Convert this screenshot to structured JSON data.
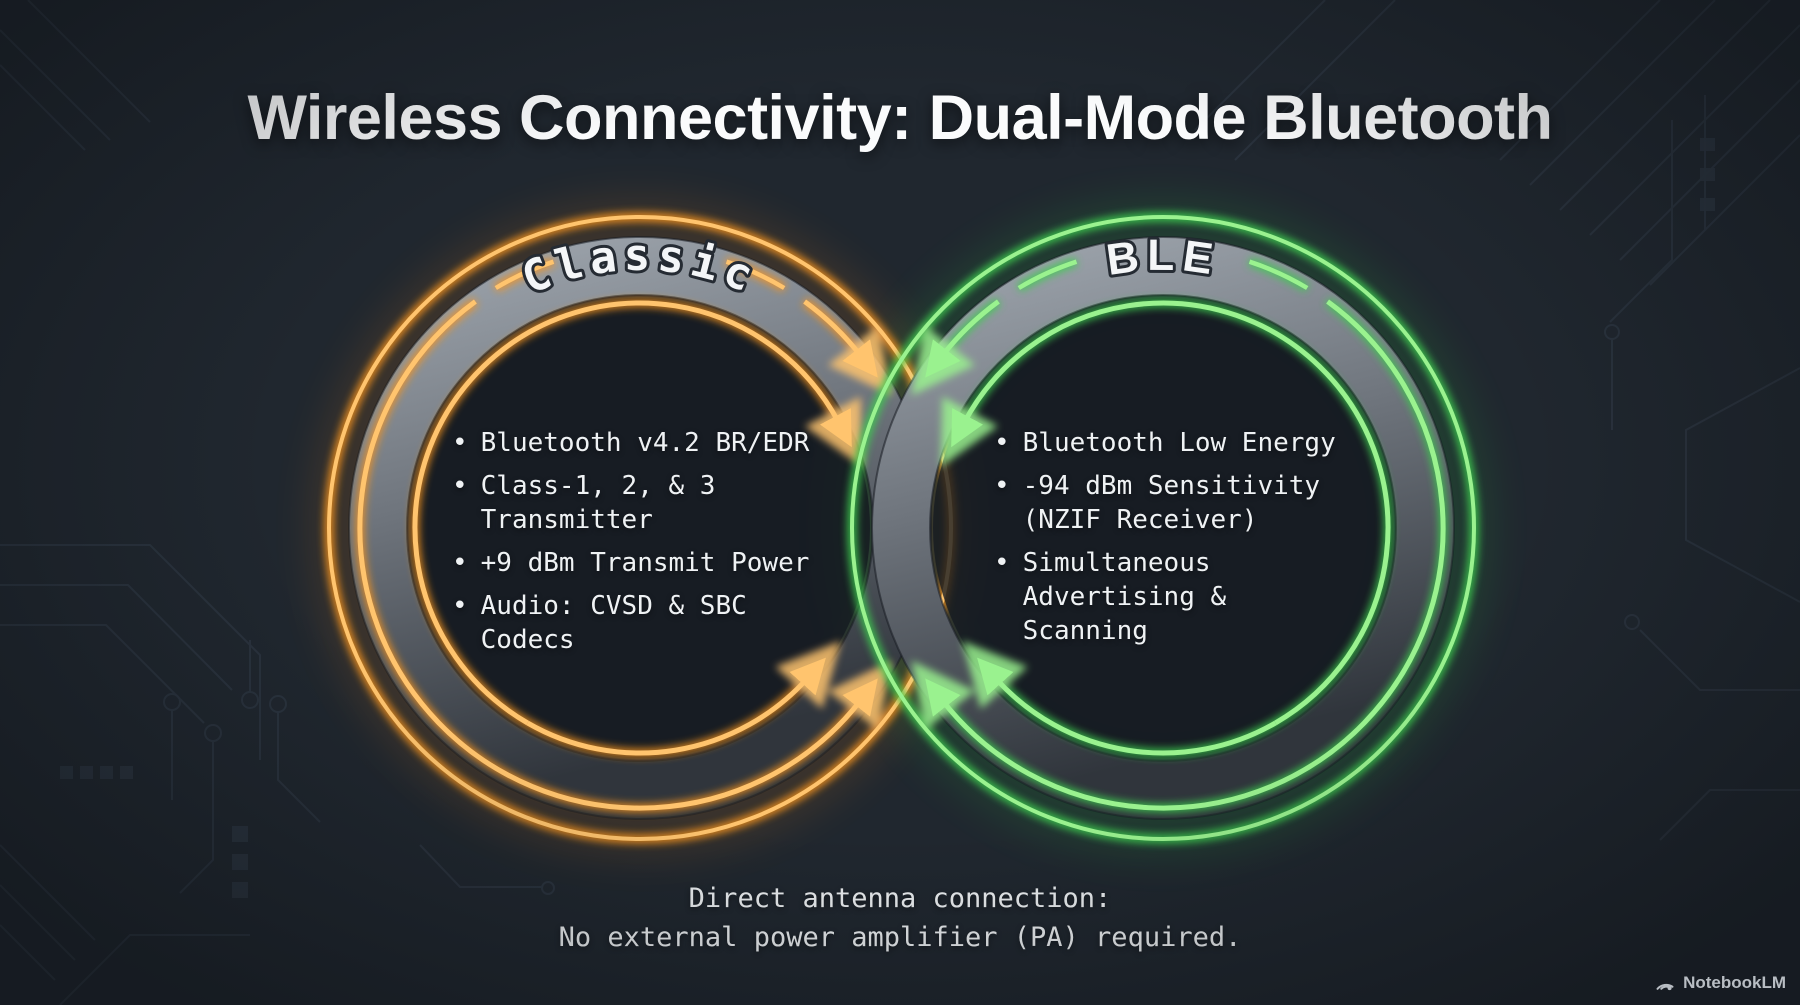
{
  "title": "Wireless Connectivity: Dual-Mode Bluetooth",
  "circles": [
    {
      "label": "Classic",
      "accent_color": "#F7A441",
      "bullets": [
        "Bluetooth v4.2 BR/EDR",
        "Class-1, 2, & 3\nTransmitter",
        "+9 dBm Transmit Power",
        "Audio: CVSD & SBC\nCodecs"
      ]
    },
    {
      "label": "BLE",
      "accent_color": "#7FE87E",
      "bullets": [
        "Bluetooth Low Energy",
        "-94 dBm Sensitivity\n(NZIF Receiver)",
        "Simultaneous\nAdvertising &\nScanning"
      ]
    }
  ],
  "footer": {
    "line1": "Direct antenna connection:",
    "line2": "No external power amplifier (PA) required."
  },
  "watermark": {
    "label": "NotebookLM"
  },
  "ui": {
    "bullet_glyph": "•"
  },
  "colors": {
    "background": "#20272F",
    "circuit_trace": "#2C3540",
    "classic_orange": "#F7A441",
    "classic_orange_glow": "#E07E1C",
    "ble_green": "#7FE87E",
    "ble_green_glow": "#3CCE4F",
    "band_gray_light": "#9EA5AD",
    "band_gray_dark": "#30353C",
    "text": "#EFF2F4"
  }
}
